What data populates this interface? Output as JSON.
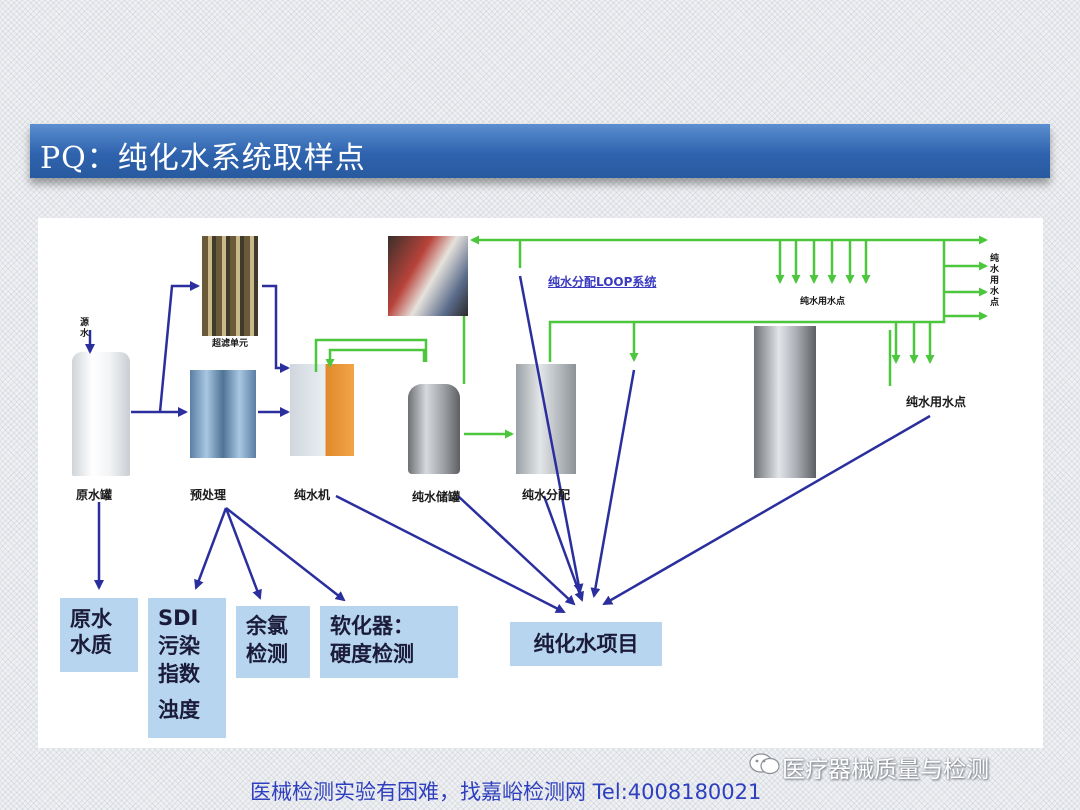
{
  "slide": {
    "title": "PQ：纯化水系统取样点",
    "footer": "医械检测实验有困难，找嘉峪检测网 Tel:4008180021",
    "watermark": "医疗器械质量与检测"
  },
  "colors": {
    "title_bar": "#2f63ae",
    "flow_arrow": "#2b2f9e",
    "water_pipe": "#4cc63c",
    "sample_box": "#b7d5ee",
    "footer_text": "#2e3fbf"
  },
  "diagram": {
    "labels": {
      "inlet": "源水",
      "raw_tank": "原水罐",
      "ultrafilter": "超滤单元",
      "pretreat": "预处理",
      "ro_unit": "纯水机",
      "storage": "纯水储罐",
      "distribution": "纯水分配",
      "loop": "纯水分配LOOP系统",
      "use_points_top": "纯水用水点",
      "use_points_right": "纯水用水点",
      "use_points_mid": "纯水用水点"
    },
    "boxes": {
      "raw_quality": "原水水质",
      "sdi_line1": "SDI",
      "sdi_line2": "污染",
      "sdi_line3": "指数",
      "sdi_line4": "浊度",
      "chlorine": "余氯检测",
      "softener_line1": "软化器：",
      "softener_line2": "硬度检测",
      "project": "纯化水项目"
    }
  }
}
